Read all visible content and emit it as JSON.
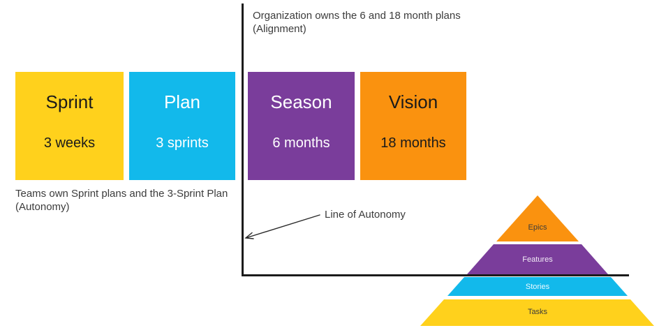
{
  "boxes": [
    {
      "title": "Sprint",
      "subtitle": "3 weeks",
      "color": "#FFD11C",
      "text_color": "#1a1a1a"
    },
    {
      "title": "Plan",
      "subtitle": "3 sprints",
      "color": "#12B9EB",
      "text_color": "#ffffff"
    },
    {
      "title": "Season",
      "subtitle": "6 months",
      "color": "#7A3D9B",
      "text_color": "#ffffff"
    },
    {
      "title": "Vision",
      "subtitle": "18 months",
      "color": "#FA920F",
      "text_color": "#1a1a1a"
    }
  ],
  "annotations": {
    "alignment": {
      "line1": "Organization owns the 6 and 18 month plans",
      "line2": "(Alignment)"
    },
    "autonomy": {
      "line1": "Teams own Sprint plans and the 3-Sprint Plan",
      "line2": "(Autonomy)"
    },
    "line_of_autonomy_label": "Line of Autonomy"
  },
  "pyramid": {
    "layers": [
      {
        "label": "Epics",
        "color": "#FA920F",
        "text_color": "#3b3b3b"
      },
      {
        "label": "Features",
        "color": "#7A3D9B",
        "text_color": "#f2ecf7"
      },
      {
        "label": "Stories",
        "color": "#12B9EB",
        "text_color": "#eefaff"
      },
      {
        "label": "Tasks",
        "color": "#FFD11C",
        "text_color": "#3b3b3b"
      }
    ]
  },
  "colors": {
    "divider_line": "#1b1b1b",
    "arrow": "#2a2a2a",
    "background": "#ffffff"
  }
}
